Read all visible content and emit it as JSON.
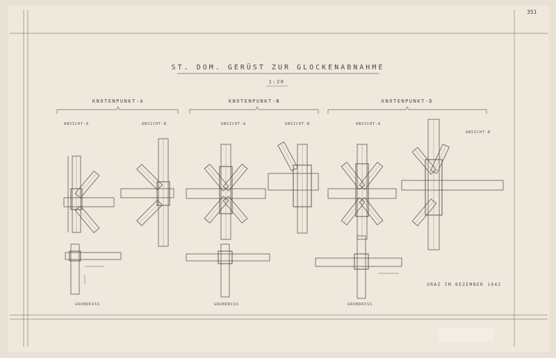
{
  "sheet": {
    "page_number": "351",
    "title": "ST. DOM. GERÜST ZUR GLOCKENABNAHME",
    "scale": "1:20",
    "signature": "GRAZ IM DEZEMBER 1942"
  },
  "groups": [
    {
      "label": "KNOTENPUNKT-A",
      "views": [
        "ANSICHT-A",
        "ANSICHT-B"
      ],
      "plan": "GRUNDRISS"
    },
    {
      "label": "KNOTENPUNKT-B",
      "views": [
        "ANSICHT-A",
        "ANSICHT-B"
      ],
      "plan": "GRUNDRISS"
    },
    {
      "label": "KNOTENPUNKT-D",
      "views": [
        "ANSICHT-A",
        "ANSICHT-B"
      ],
      "plan": "GRUNDRISS"
    }
  ],
  "colors": {
    "paper": "#efe9dd",
    "ink": "#4a4740",
    "margin_paper": "#e8e2d6"
  }
}
